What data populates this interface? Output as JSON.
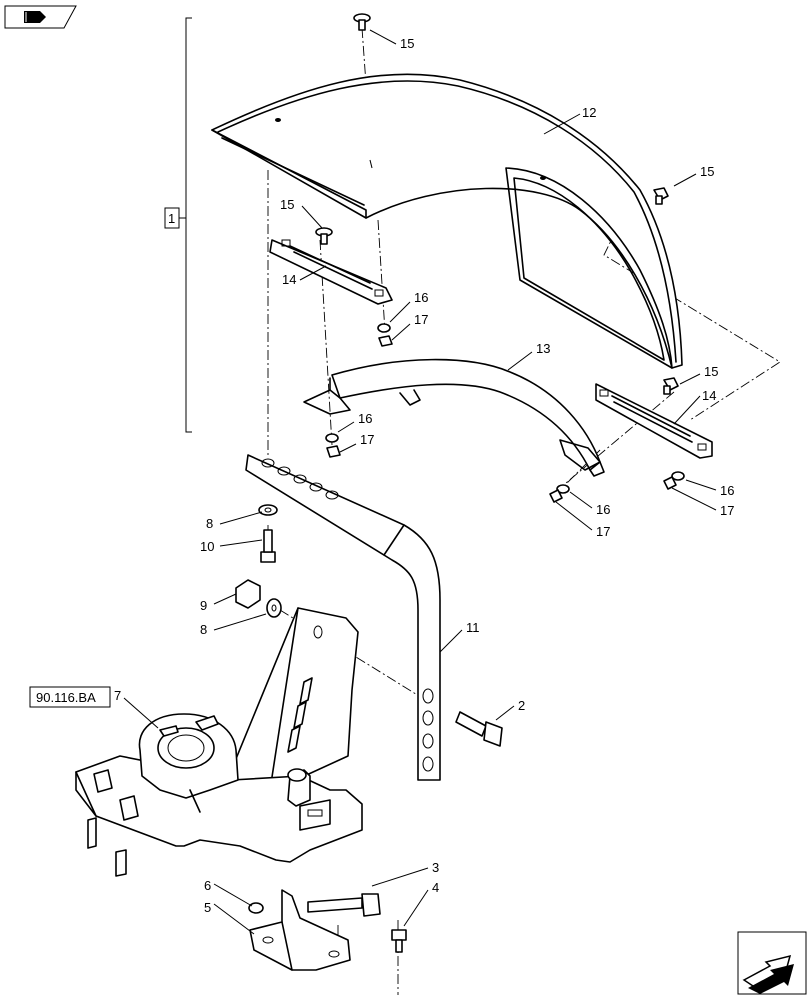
{
  "labels": {
    "l1": "1",
    "l2": "2",
    "l3": "3",
    "l4": "4",
    "l5": "5",
    "l6": "6",
    "l7": "7",
    "l8a": "8",
    "l8b": "8",
    "l9": "9",
    "l10": "10",
    "l11": "11",
    "l12": "12",
    "l13": "13",
    "l14a": "14",
    "l14b": "14",
    "l15a": "15",
    "l15b": "15",
    "l15c": "15",
    "l15d": "15",
    "l16a": "16",
    "l16b": "16",
    "l16c": "16",
    "l16d": "16",
    "l17a": "17",
    "l17b": "17",
    "l17c": "17",
    "l17d": "17"
  },
  "reference": {
    "code": "90.116.BA"
  },
  "icons": {
    "top_left": "book-arrow-icon",
    "bottom_right": "next-page-arrow-icon"
  }
}
